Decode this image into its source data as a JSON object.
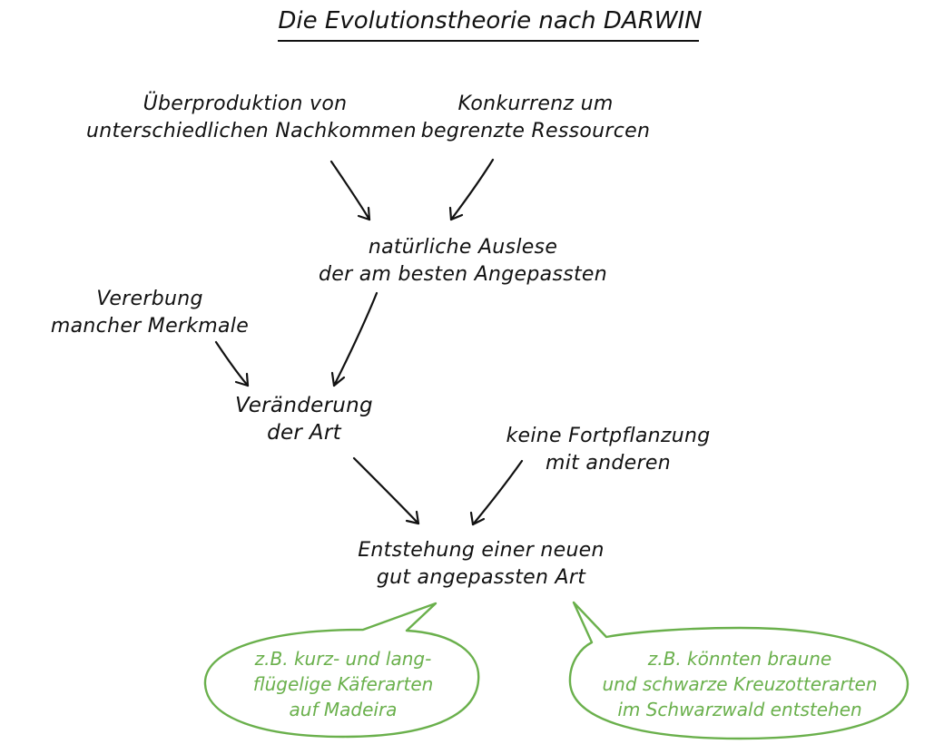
{
  "title": "Die Evolutionstheorie nach DARWIN",
  "nodes": {
    "overproduction": {
      "line1": "Überproduktion von",
      "line2": "unterschiedlichen Nachkommen"
    },
    "competition": {
      "line1": "Konkurrenz um",
      "line2": "begrenzte Ressourcen"
    },
    "selection": {
      "line1": "natürliche Auslese",
      "line2": "der am besten Angepassten"
    },
    "inheritance": {
      "line1": "Vererbung",
      "line2": "mancher Merkmale"
    },
    "change": {
      "line1": "Veränderung",
      "line2": "der Art"
    },
    "isolation": {
      "line1": "keine Fortpflanzung",
      "line2": "mit anderen"
    },
    "new_species": {
      "line1": "Entstehung einer neuen",
      "line2": "gut angepassten Art"
    }
  },
  "examples": {
    "beetles": {
      "line1": "z.B. kurz- und lang-",
      "line2": "flügelige Käferarten",
      "line3": "auf Madeira"
    },
    "adders": {
      "line1": "z.B. könnten braune",
      "line2": "und schwarze Kreuzotterarten",
      "line3": "im Schwarzwald entstehen"
    }
  },
  "colors": {
    "ink": "#111111",
    "example_green": "#6ab04c"
  }
}
